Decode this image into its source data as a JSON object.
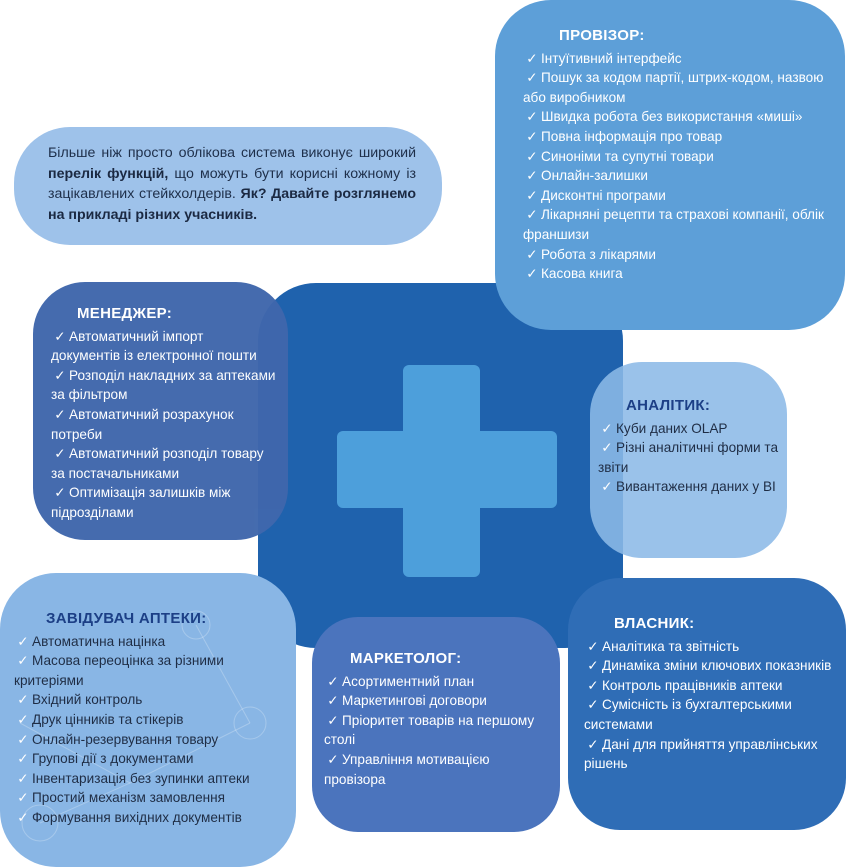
{
  "intro": {
    "part1": "Більше ніж просто облікова система виконує широкий ",
    "bold1": "перелік функцій,",
    "part2": " що можуть бути корисні кожному із зацікавлених стейкхолдерів. ",
    "bold2": "Як? Давайте розглянемо на прикладі різних учасників."
  },
  "provisor": {
    "title": "ПРОВІЗОР:",
    "items": [
      "Інтуїтивний інтерфейс",
      "Пошук за кодом партії, штрих-кодом, назвою або виробником",
      "Швидка робота без використання «миші»",
      "Повна інформація про товар",
      "Синоніми та супутні товари",
      "Онлайн-залишки",
      "Дисконтні програми",
      "Лікарняні рецепти та страхові компанії, облік франшизи",
      "Робота з лікарями",
      "Касова книга"
    ]
  },
  "manager": {
    "title": "МЕНЕДЖЕР:",
    "items": [
      "Автоматичний імпорт документів із електронної пошти",
      "Розподіл накладних за аптеками за фільтром",
      "Автоматичний розрахунок потреби",
      "Автоматичний розподіл товару за постачальниками",
      "Оптимізація залишків між підрозділами"
    ]
  },
  "analyst": {
    "title": "АНАЛІТИК:",
    "items": [
      "Куби даних OLAP",
      "Різні аналітичні форми та звіти",
      "Вивантаження даних у BI"
    ]
  },
  "head": {
    "title": "ЗАВІДУВАЧ АПТЕКИ:",
    "items": [
      "Автоматична націнка",
      "Масова переоцінка за різними критеріями",
      "Вхідний контроль",
      "Друк цінників та стікерів",
      "Онлайн-резервування товару",
      "Групові дії з документами",
      "Інвентаризація без зупинки аптеки",
      "Простий механізм замовлення",
      "Формування вихідних документів"
    ]
  },
  "marketer": {
    "title": "МАРКЕТОЛОГ:",
    "items": [
      "Асортиментний план",
      "Маркетингові договори",
      "Пріоритет товарів на першому столі",
      "Управління мотивацією провізора"
    ]
  },
  "owner": {
    "title": "ВЛАСНИК:",
    "items": [
      "Аналітика та звітність",
      "Динаміка зміни ключових показників",
      "Контроль працівників аптеки",
      "Сумісність із бухгалтерськими системами",
      "Дані для прийняття управлінських рішень"
    ]
  },
  "check_icon": "checkmark-icon"
}
